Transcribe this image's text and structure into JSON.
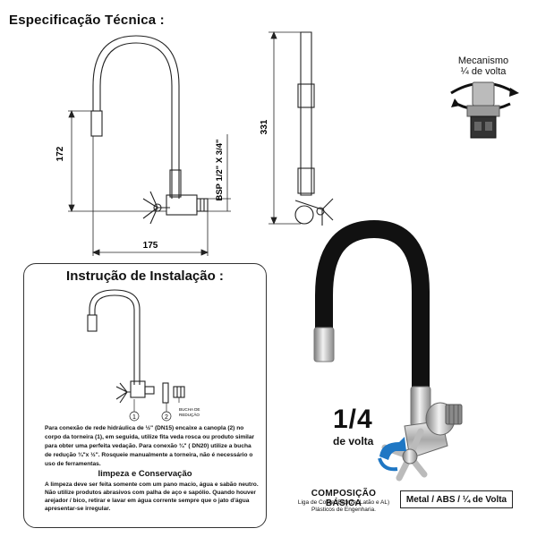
{
  "spec": {
    "title": "Especificação Técnica :",
    "dim_height": "172",
    "dim_width": "175",
    "dim_thread": "BSP 1/2\" X 3/4\"",
    "dim_total": "331"
  },
  "mechanism": {
    "line1": "Mecanismo",
    "line2": "¼ de volta"
  },
  "install": {
    "title": "Instrução de Instalação :",
    "callout_1": "1",
    "callout_2": "2",
    "bucha_label_1": "BUCHA DE",
    "bucha_label_2": "REDUÇÃO",
    "text": "Para conexão de rede hidráulica de ½\" (DN15) encaixe a canopla (2) no corpo da torneira (1), em seguida, utilize fita veda rosca ou produto similar para obter uma perfeita vedação. Para conexão ¾\" ( DN20) utilize a bucha de redução ¾\"x ½\".  Rosqueie manualmente a torneira, não é necessário o uso de ferramentas."
  },
  "maintenance": {
    "title": "limpeza e Conservação",
    "text": "A limpeza deve ser feita somente com um pano macio, água e sabão neutro. Não utilize produtos  abrasivos com palha de aço e sapólio. Quando houver arejador / bico, retirar e lavar em água corrente sempre que o jato d'água apresentar-se irregular."
  },
  "product": {
    "quarter": "1/4",
    "de_volta": "de volta"
  },
  "composition": {
    "title": "COMPOSIÇÃO BÁSICA",
    "line1": "Liga de Cobre (Bronze, Latão e AL)",
    "line2": "Plásticos de Engenharia."
  },
  "badge": {
    "label": "Metal / ABS / ¼ de Volta"
  }
}
